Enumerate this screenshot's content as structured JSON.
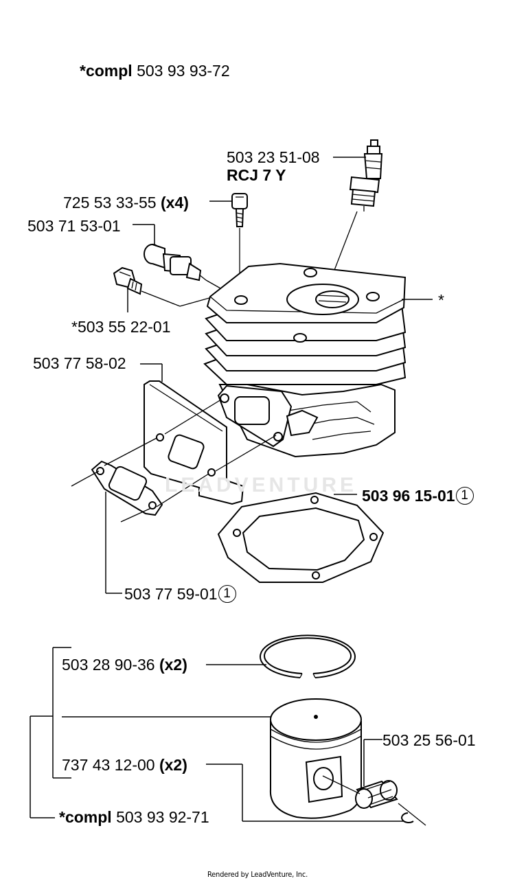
{
  "top_label": {
    "prefix": "*compl",
    "number": "503 93 93-72"
  },
  "watermark": "LEADVENTURE",
  "labels": {
    "spark_plug_number": "503 23 51-08",
    "spark_plug_type": "RCJ 7 Y",
    "screw_number": "725 53 33-55",
    "screw_qty": "(x4)",
    "valve_number": "503 71 53-01",
    "cylinder_marker": "*",
    "plug_number": "*503 55 22-01",
    "plate_number": "503 77 58-02",
    "base_gasket_number": "503 96 15-01",
    "base_gasket_mark": "1",
    "muffler_gasket_number": "503 77 59-01",
    "muffler_gasket_mark": "1",
    "ring_number": "503 28 90-36",
    "ring_qty": "(x2)",
    "bearing_number": "503 25 56-01",
    "circlip_number": "737 43 12-00",
    "circlip_qty": "(x2)",
    "piston_compl_prefix": "*compl",
    "piston_compl_number": "503 93 92-71"
  },
  "footer": "Rendered by LeadVenture, Inc."
}
